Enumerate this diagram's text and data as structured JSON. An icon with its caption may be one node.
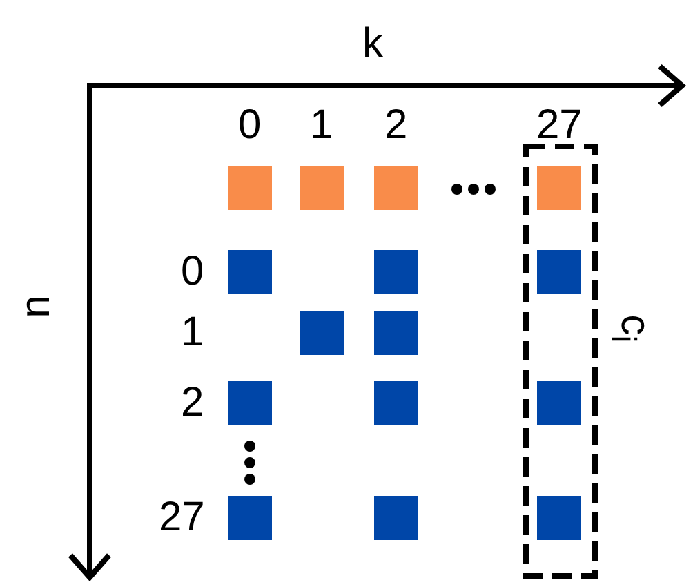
{
  "diagram": {
    "labels": [
      "k",
      "0",
      "1",
      "2",
      "27",
      "n",
      "0",
      "1",
      "2",
      "27",
      "c$_{i}$"
    ]
  }
}
